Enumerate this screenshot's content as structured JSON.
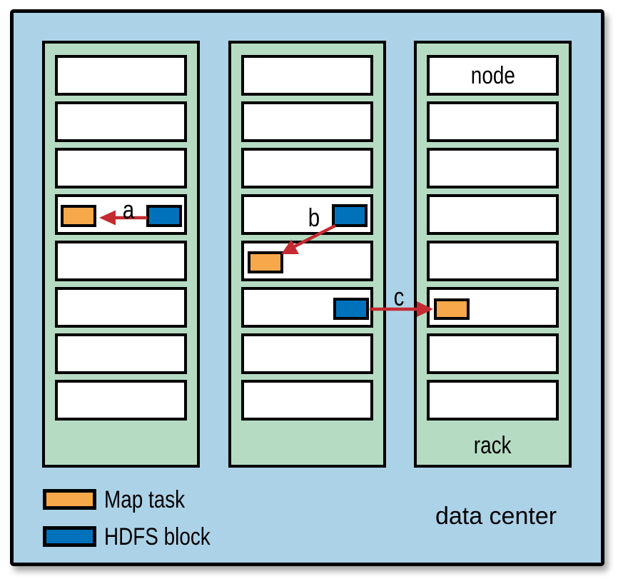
{
  "diagram": {
    "description": "Hadoop map task data locality diagram",
    "labels": {
      "node": "node",
      "rack": "rack",
      "data_center": "data center"
    },
    "legend": {
      "items": [
        {
          "key": "map-task",
          "label": "Map task",
          "color": "#F7A84B"
        },
        {
          "key": "hdfs-block",
          "label": "HDFS block",
          "color": "#0072BB"
        }
      ]
    },
    "racks": [
      {
        "name": "rack-1",
        "node_count": 8
      },
      {
        "name": "rack-2",
        "node_count": 8
      },
      {
        "name": "rack-3",
        "node_count": 8,
        "first_node_label": "node",
        "footer_label": "rack"
      }
    ],
    "arrows": [
      {
        "label": "a",
        "from": "hdfs-block in rack-1 node-4",
        "to": "map-task in rack-1 node-4"
      },
      {
        "label": "b",
        "from": "hdfs-block in rack-2 node-4",
        "to": "map-task in rack-2 node-5"
      },
      {
        "label": "c",
        "from": "hdfs-block in rack-2 node-6",
        "to": "map-task in rack-3 node-6"
      }
    ],
    "colors": {
      "data_center_bg": "#ACD2E8",
      "rack_bg": "#B5DCC3",
      "node_bg": "#FFFFFF",
      "map_task": "#F7A84B",
      "hdfs_block": "#0072BB",
      "arrow": "#C42A30",
      "outline": "#000000"
    }
  }
}
